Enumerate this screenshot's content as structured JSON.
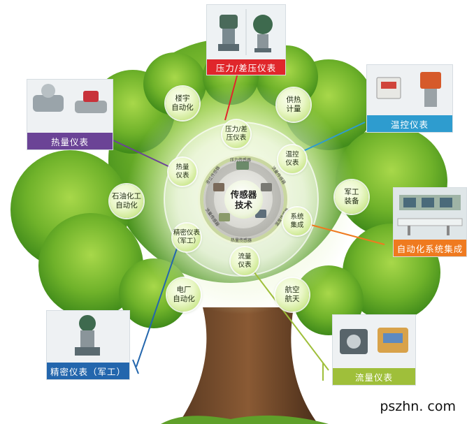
{
  "center": {
    "title": "传感器\n技术"
  },
  "ring_labels": [
    "压力传感器",
    "流量传感器",
    "温度传感器",
    "热量传感器",
    "流量传感器",
    "液位传感器"
  ],
  "nodes": [
    {
      "id": "building",
      "text": "楼宇\n自动化"
    },
    {
      "id": "heating",
      "text": "供热\n计量"
    },
    {
      "id": "pressure-inner",
      "text": "压力/差\n压仪表"
    },
    {
      "id": "temp-inner",
      "text": "温控\n仪表"
    },
    {
      "id": "heat-inner",
      "text": "热量\n仪表"
    },
    {
      "id": "military",
      "text": "军工\n装备"
    },
    {
      "id": "petro",
      "text": "石油化工\n自动化"
    },
    {
      "id": "precision-inner",
      "text": "精密仪表\n（军工）"
    },
    {
      "id": "system-inner",
      "text": "系统\n集成"
    },
    {
      "id": "flow-inner",
      "text": "流量\n仪表"
    },
    {
      "id": "power",
      "text": "电厂\n自动化"
    },
    {
      "id": "aero",
      "text": "航空\n航天"
    }
  ],
  "cards": [
    {
      "id": "pressure",
      "label": "压力/差压仪表",
      "color": "#e0262b"
    },
    {
      "id": "heat",
      "label": "热量仪表",
      "color": "#6b4396"
    },
    {
      "id": "temp",
      "label": "温控仪表",
      "color": "#2e9ccf"
    },
    {
      "id": "automation",
      "label": "自动化系统集成",
      "color": "#ef7a1f"
    },
    {
      "id": "precision",
      "label": "精密仪表（军工）",
      "color": "#2366ad"
    },
    {
      "id": "flow",
      "label": "流量仪表",
      "color": "#9fbf3a"
    }
  ],
  "watermark": "pszhn. com"
}
